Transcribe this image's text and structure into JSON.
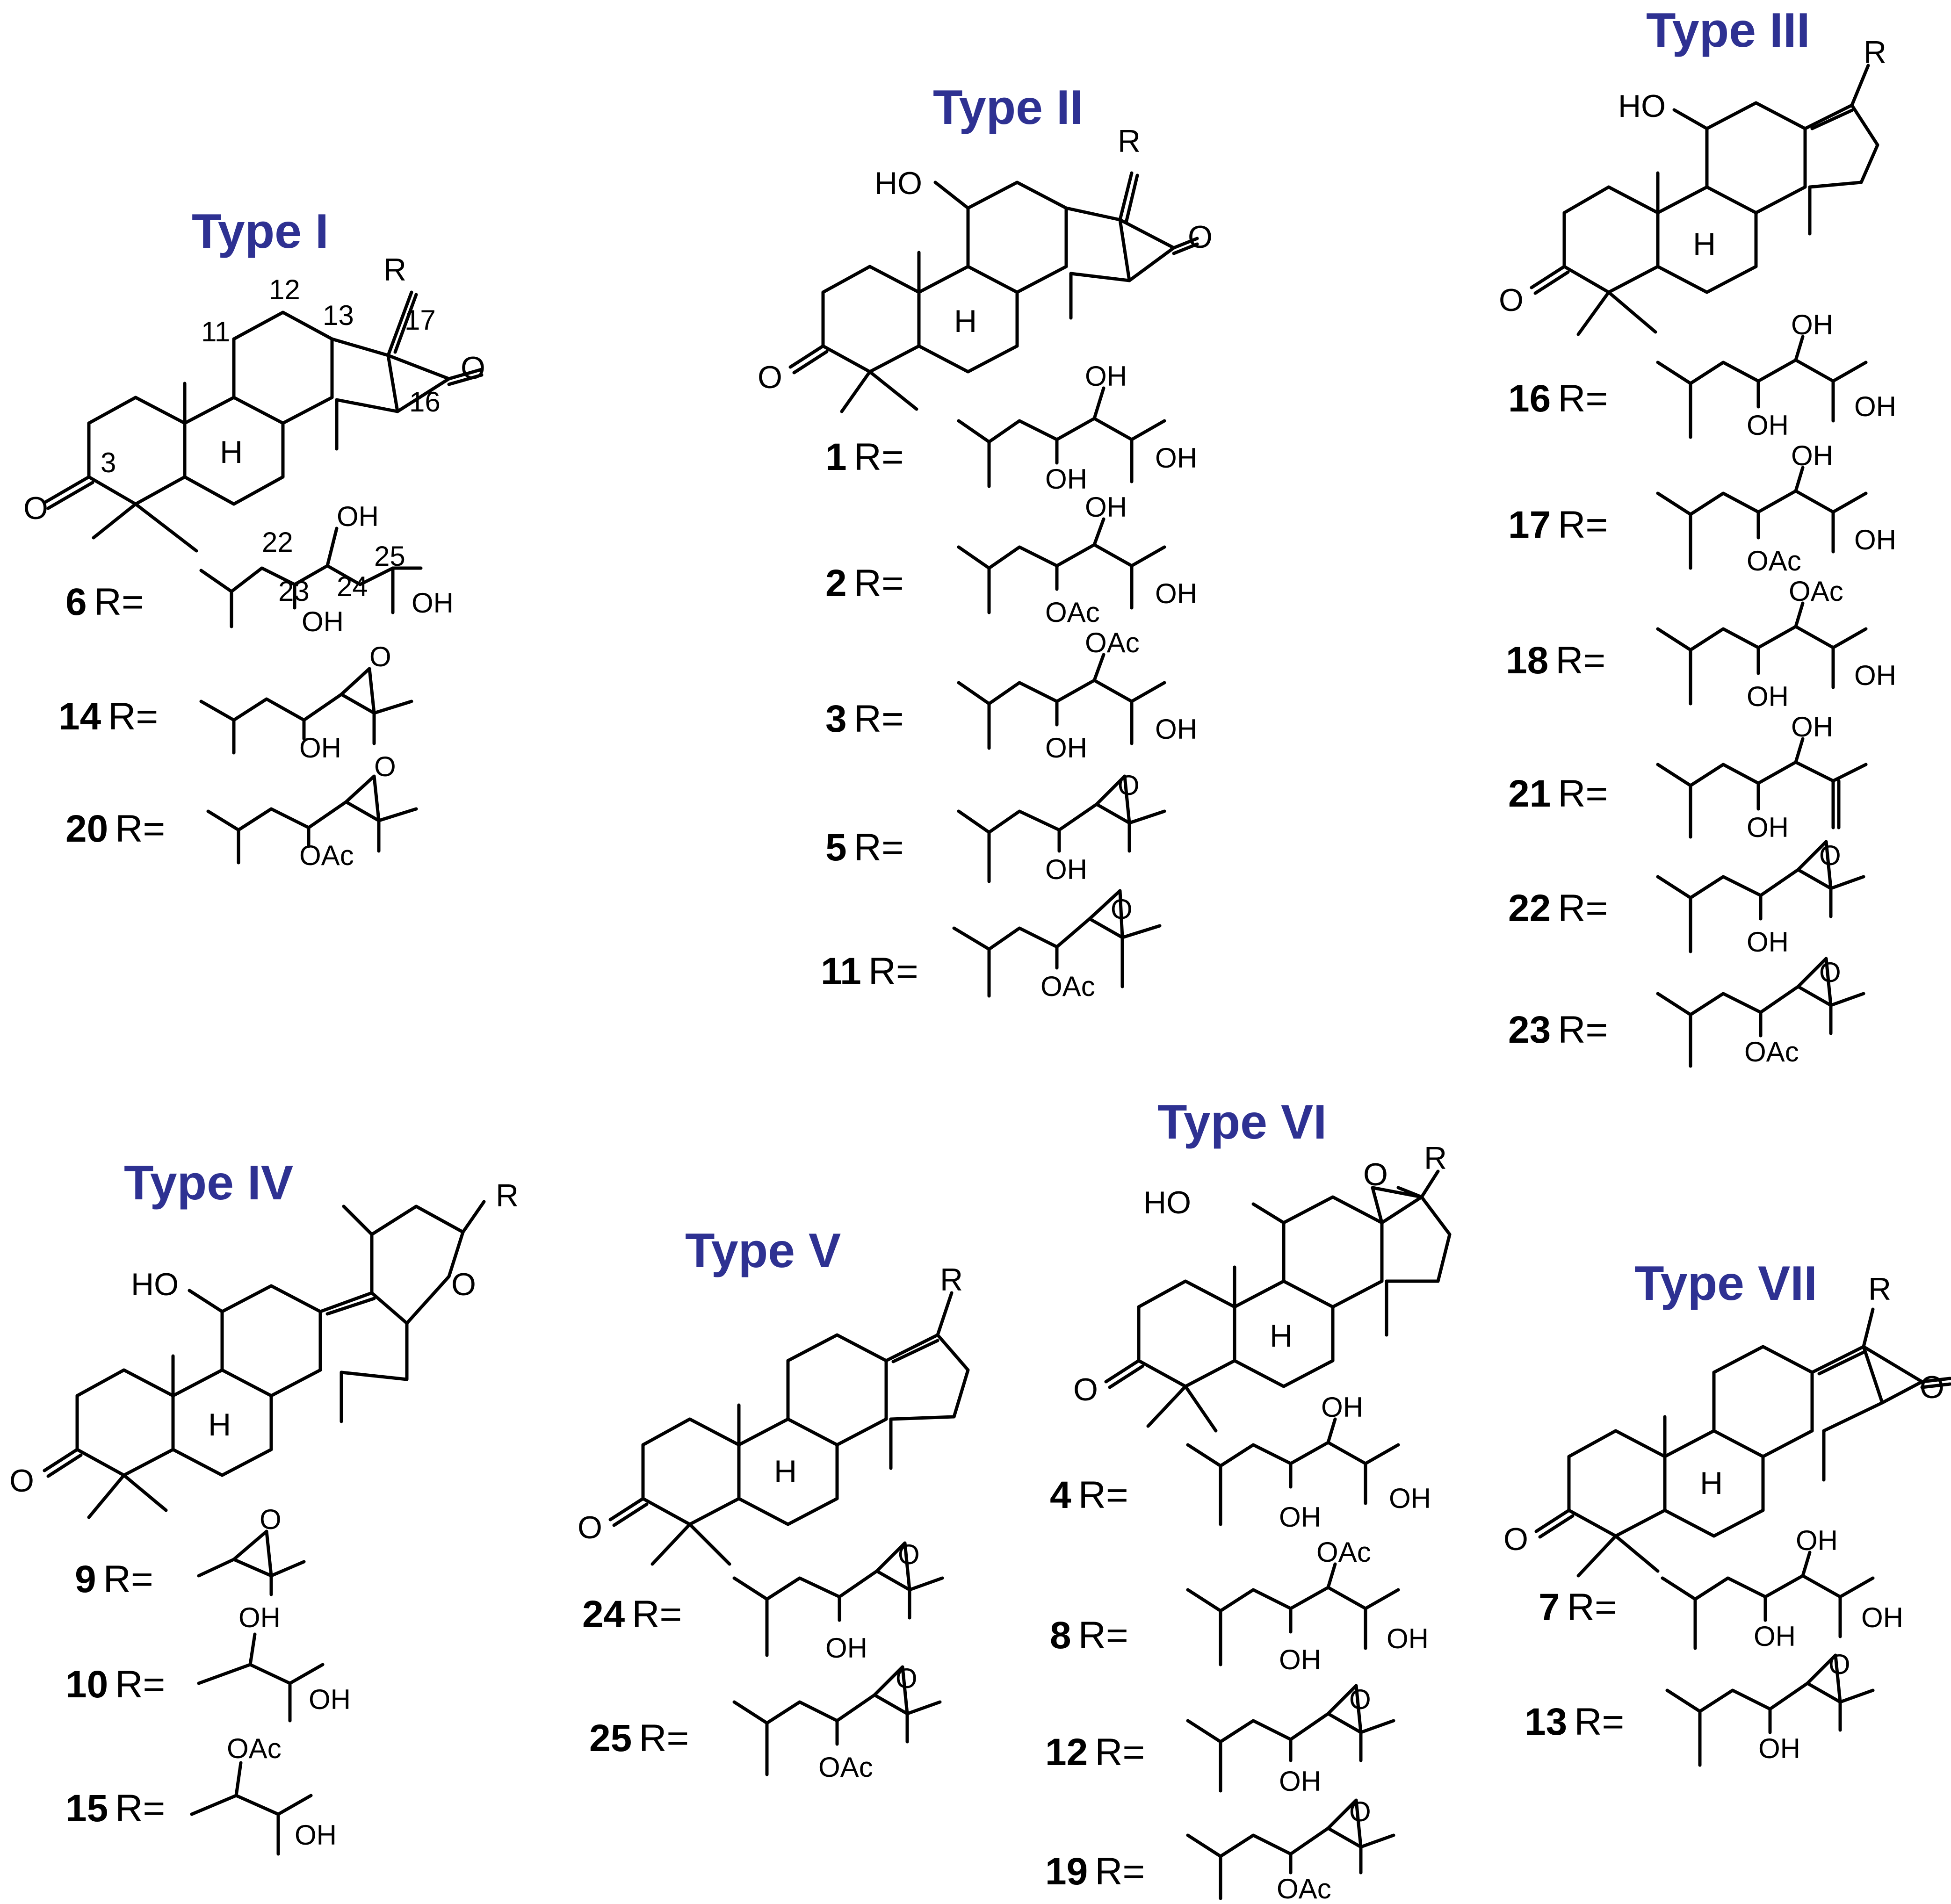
{
  "colors": {
    "title": "#2E3192",
    "ink": "#000000"
  },
  "panels": {
    "type1": {
      "title": "Type I",
      "atoms": {
        "R": "R",
        "O_ketone": "O",
        "O_c3": "O",
        "H": "H"
      },
      "locants": {
        "c3": "3",
        "c11": "11",
        "c12": "12",
        "c13": "13",
        "c16": "16",
        "c17": "17",
        "c22": "22",
        "c23": "23",
        "c24": "24",
        "c25": "25"
      },
      "entries": [
        {
          "num": "6",
          "req": "R=",
          "labels": [
            "OH",
            "OH",
            "OH"
          ]
        },
        {
          "num": "14",
          "req": "R=",
          "labels": [
            "OH",
            "O"
          ]
        },
        {
          "num": "20",
          "req": "R=",
          "labels": [
            "OAc",
            "O"
          ]
        }
      ]
    },
    "type2": {
      "title": "Type II",
      "atoms": {
        "R": "R",
        "HO": "HO",
        "O_ketone": "O",
        "O_c3": "O",
        "H": "H"
      },
      "entries": [
        {
          "num": "1",
          "req": "R=",
          "labels": [
            "OH",
            "OH",
            "OH"
          ]
        },
        {
          "num": "2",
          "req": "R=",
          "labels": [
            "OH",
            "OAc",
            "OH"
          ]
        },
        {
          "num": "3",
          "req": "R=",
          "labels": [
            "OAc",
            "OH",
            "OH"
          ]
        },
        {
          "num": "5",
          "req": "R=",
          "labels": [
            "OH",
            "O"
          ]
        },
        {
          "num": "11",
          "req": "R=",
          "labels": [
            "OAc",
            "O"
          ]
        }
      ]
    },
    "type3": {
      "title": "Type III",
      "atoms": {
        "R": "R",
        "HO": "HO",
        "O_c3": "O",
        "H": "H"
      },
      "entries": [
        {
          "num": "16",
          "req": "R=",
          "labels": [
            "OH",
            "OH",
            "OH"
          ]
        },
        {
          "num": "17",
          "req": "R=",
          "labels": [
            "OH",
            "OAc",
            "OH"
          ]
        },
        {
          "num": "18",
          "req": "R=",
          "labels": [
            "OAc",
            "OH",
            "OH"
          ]
        },
        {
          "num": "21",
          "req": "R=",
          "labels": [
            "OH",
            "OH"
          ]
        },
        {
          "num": "22",
          "req": "R=",
          "labels": [
            "OH",
            "O"
          ]
        },
        {
          "num": "23",
          "req": "R=",
          "labels": [
            "OAc",
            "O"
          ]
        }
      ]
    },
    "type4": {
      "title": "Type IV",
      "atoms": {
        "R": "R",
        "HO": "HO",
        "O_ring": "O",
        "O_c3": "O",
        "H": "H"
      },
      "entries": [
        {
          "num": "9",
          "req": "R=",
          "labels": [
            "O"
          ]
        },
        {
          "num": "10",
          "req": "R=",
          "labels": [
            "OH",
            "OH"
          ]
        },
        {
          "num": "15",
          "req": "R=",
          "labels": [
            "OAc",
            "OH"
          ]
        }
      ]
    },
    "type5": {
      "title": "Type V",
      "atoms": {
        "R": "R",
        "O_c3": "O",
        "H": "H"
      },
      "entries": [
        {
          "num": "24",
          "req": "R=",
          "labels": [
            "OH",
            "O"
          ]
        },
        {
          "num": "25",
          "req": "R=",
          "labels": [
            "OAc",
            "O"
          ]
        }
      ]
    },
    "type6": {
      "title": "Type VI",
      "atoms": {
        "R": "R",
        "HO": "HO",
        "O_epox": "O",
        "O_c3": "O",
        "H": "H"
      },
      "entries": [
        {
          "num": "4",
          "req": "R=",
          "labels": [
            "OH",
            "OH",
            "OH"
          ]
        },
        {
          "num": "8",
          "req": "R=",
          "labels": [
            "OAc",
            "OH",
            "OH"
          ]
        },
        {
          "num": "12",
          "req": "R=",
          "labels": [
            "OH",
            "O"
          ]
        },
        {
          "num": "19",
          "req": "R=",
          "labels": [
            "OAc",
            "O"
          ]
        }
      ]
    },
    "type7": {
      "title": "Type VII",
      "atoms": {
        "R": "R",
        "O_ketone": "O",
        "O_c3": "O",
        "H": "H"
      },
      "entries": [
        {
          "num": "7",
          "req": "R=",
          "labels": [
            "OH",
            "OH",
            "OH"
          ]
        },
        {
          "num": "13",
          "req": "R=",
          "labels": [
            "OH",
            "O"
          ]
        }
      ]
    }
  }
}
